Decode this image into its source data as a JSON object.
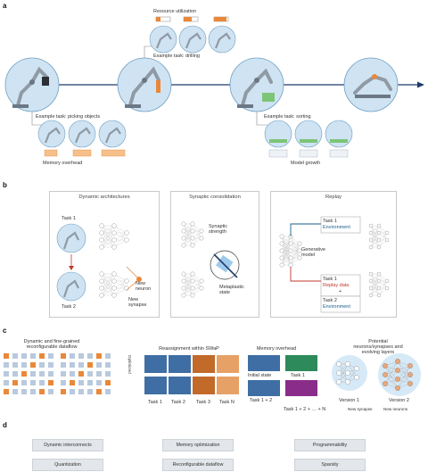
{
  "panel_a": {
    "label": "a",
    "resource_utilization": "Resource utilization",
    "task_drilling": "Example task: drilling",
    "task_picking": "Example task: picking objects",
    "memory_overhead": "Memory overhead",
    "task_sorting": "Example task: sorting",
    "model_growth": "Model growth"
  },
  "panel_b": {
    "label": "b",
    "dynamic": {
      "title": "Dynamic architectures",
      "task1": "Task 1",
      "task2": "Task 2",
      "new_neuron": "New\nneuron",
      "new_synapse": "New\nsynapse"
    },
    "consolidation": {
      "title": "Synaptic consolidation",
      "synaptic_strength": "Synaptic\nstrength",
      "metaplastic_state": "Metaplastic\nstate"
    },
    "replay": {
      "title": "Replay",
      "generative_model": "Generative\nmodel",
      "task1": "Task 1",
      "environment": "Environment",
      "replay_data": "Replay data",
      "task2": "Task 2",
      "plus": "+"
    }
  },
  "panel_c": {
    "label": "c",
    "dataflow_title": "Dynamic and fine-grained\nreconfigurable dataflow",
    "reassign_title": "Reassignment within SWaP",
    "optimized": "Optimized",
    "tasks": [
      "Task 1",
      "Task 2",
      "Task 3",
      "Task N"
    ],
    "memory_title": "Memory overhead",
    "initial_state": "Initial state",
    "mem_task1": "Task 1",
    "mem_task12": "Task 1 + 2",
    "mem_task12n": "Task 1 + 2 + … + N",
    "neurons_title": "Potential neurons/synapses and\nevolving layers",
    "version1": "Version 1",
    "version2": "Version 2",
    "legend_synapse": "New synapse",
    "legend_neurons": "New neurons"
  },
  "panel_d": {
    "label": "d",
    "items": [
      "Dynamic interconnects",
      "Memory optimization",
      "Programmability",
      "Quantization",
      "Reconfigurable dataflow",
      "Sparsity"
    ]
  },
  "colors": {
    "arrow": "#1f3a6b",
    "circle": "#cfe3f2",
    "environment": "#1a5f8a",
    "replay": "#c0392b",
    "new_neuron": "#a0522d",
    "orange": "#e9883a"
  }
}
